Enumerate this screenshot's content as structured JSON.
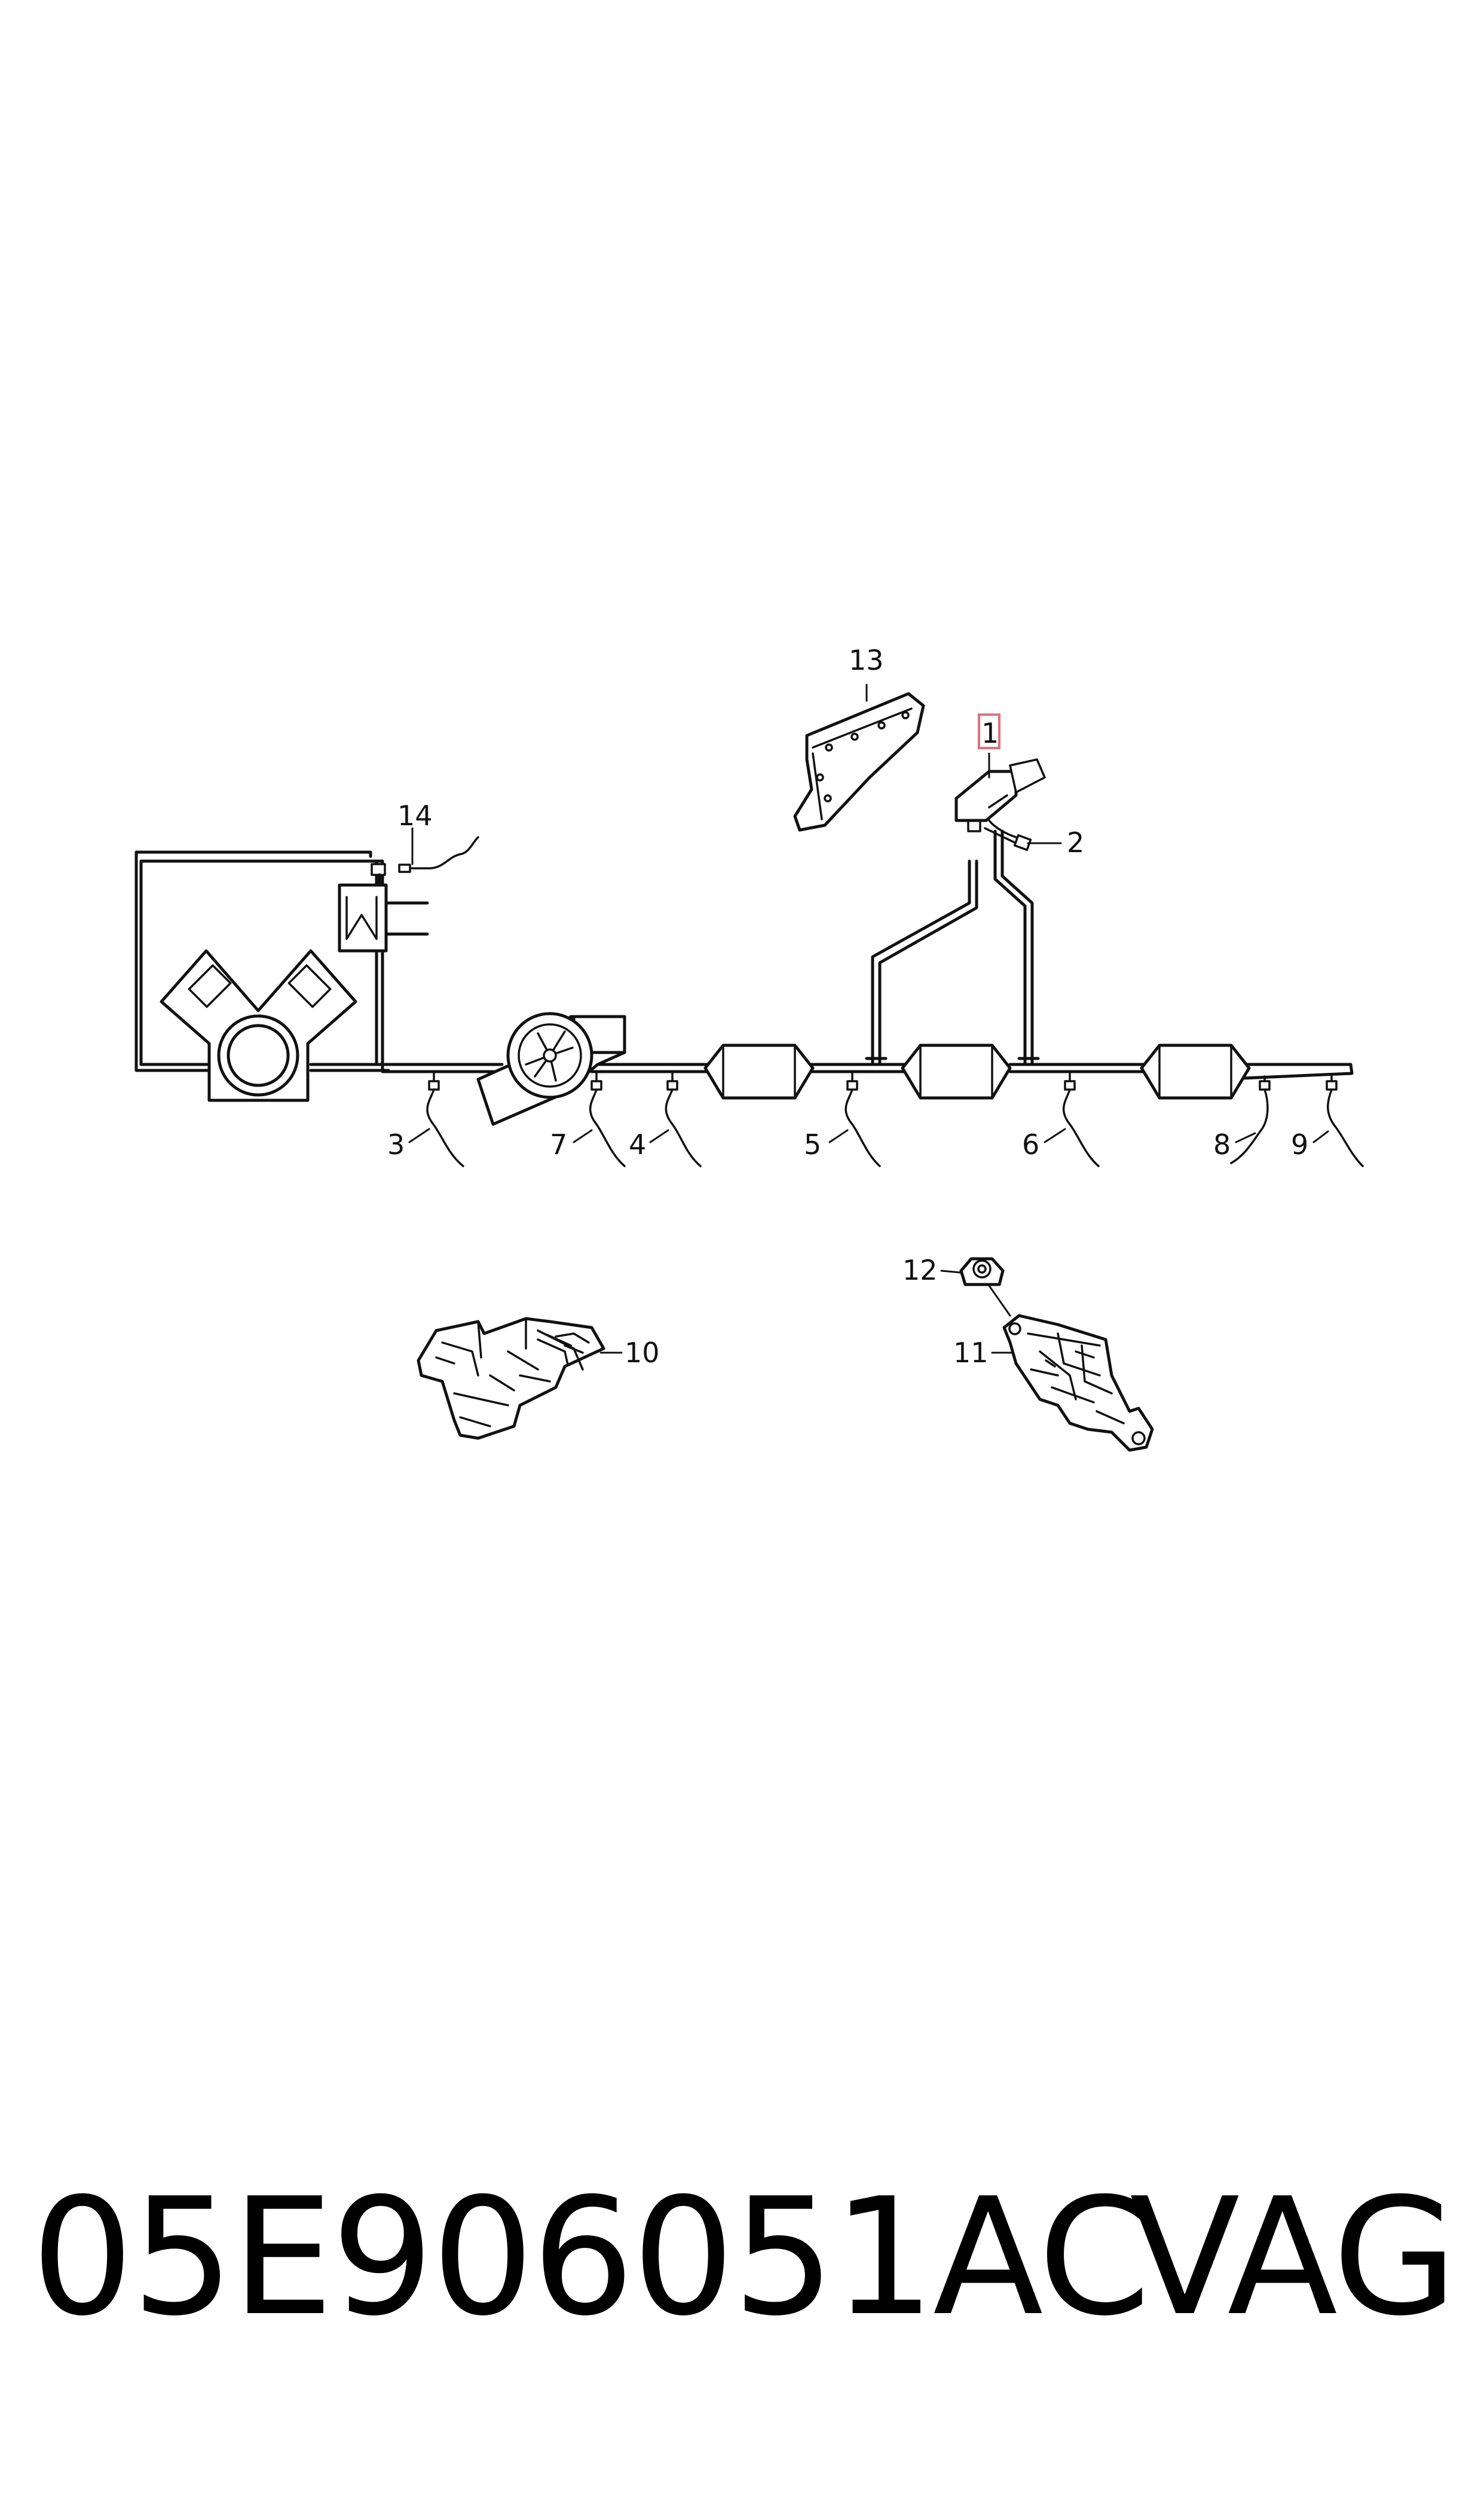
{
  "callouts": {
    "c1": "1",
    "c2": "2",
    "c3": "3",
    "c4": "4",
    "c5": "5",
    "c6": "6",
    "c7": "7",
    "c8": "8",
    "c9": "9",
    "c10": "10",
    "c11": "11",
    "c12": "12",
    "c13": "13",
    "c14": "14"
  },
  "highlight_color": "#e0707a",
  "footer": {
    "part_number": "05E906051AC",
    "brand": "VAG"
  }
}
